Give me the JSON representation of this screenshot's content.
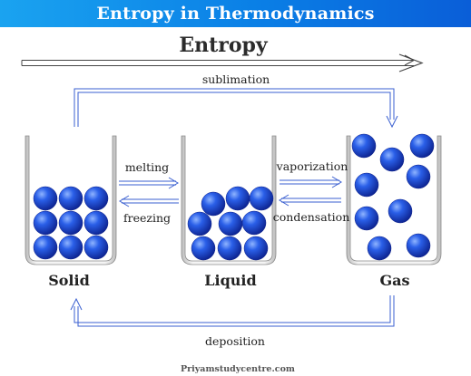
{
  "banner": {
    "title": "Entropy in Thermodynamics"
  },
  "diagram": {
    "entropy_label": "Entropy",
    "states": {
      "solid": "Solid",
      "liquid": "Liquid",
      "gas": "Gas"
    },
    "transitions": {
      "sublimation": "sublimation",
      "deposition": "deposition",
      "melting": "melting",
      "freezing": "freezing",
      "vaporization": "vaporization",
      "condensation": "condensation"
    }
  },
  "footer": {
    "site": "Priyamstudycentre.com"
  },
  "colors": {
    "banner_start": "#1aa3f0",
    "banner_end": "#0a5ed8",
    "arrow_blue": "#3a5fd0",
    "particle": "#1c49d6",
    "beaker_edge": "#8c8c8c"
  }
}
